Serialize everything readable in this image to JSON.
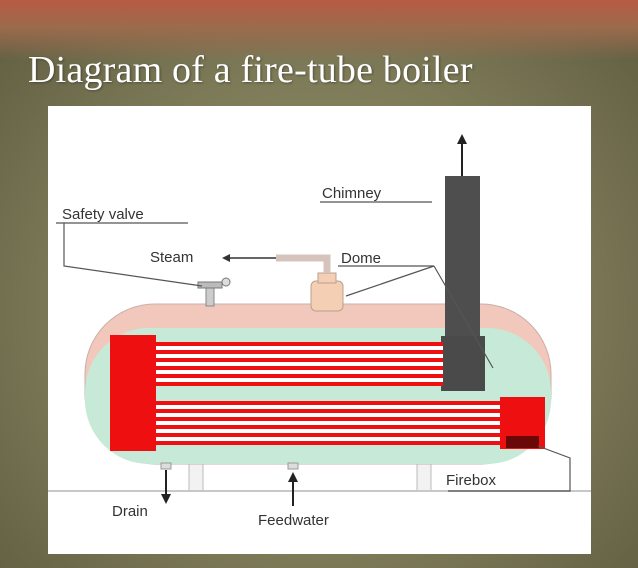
{
  "slide": {
    "title": "Diagram of a fire-tube boiler"
  },
  "diagram": {
    "labels": {
      "chimney": "Chimney",
      "safety_valve": "Safety valve",
      "steam": "Steam",
      "dome": "Dome",
      "firebox": "Firebox",
      "drain": "Drain",
      "feedwater": "Feedwater"
    },
    "colors": {
      "shell": "#f2c8bc",
      "water": "#c7ead8",
      "fire": "#ee1010",
      "tube_line": "#ffffff",
      "chimney": "#4a4a4a",
      "dome": "#f5cfb4"
    }
  }
}
